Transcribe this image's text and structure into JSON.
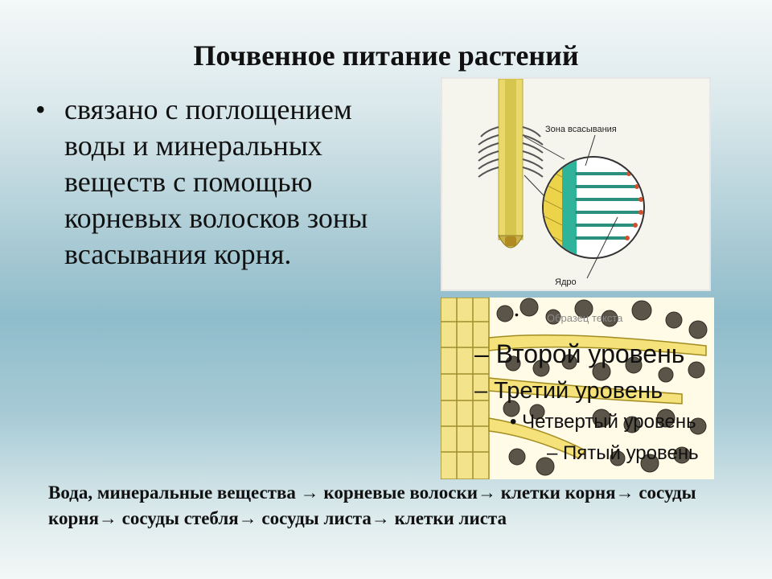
{
  "slide": {
    "title": "Почвенное питание растений",
    "bullet_marker": "•",
    "bullet_text": "связано с поглощением воды и минеральных веществ с помощью корневых волосков зоны всасывания корня.",
    "figure1": {
      "label_zone": "Зона всасывания",
      "label_nucleus": "Ядро"
    },
    "placeholder_levels": {
      "level1_marker": "•",
      "level1": "Образец текста",
      "level2": "– Второй уровень",
      "level3": "– Третий уровень",
      "level4": "• Четвертый уровень",
      "level5": "– Пятый уровень"
    },
    "chain": "Вода,  минеральные вещества → корневые волоски→ клетки корня→ сосуды корня→ сосуды стебля→ сосуды листа→ клетки листа"
  }
}
